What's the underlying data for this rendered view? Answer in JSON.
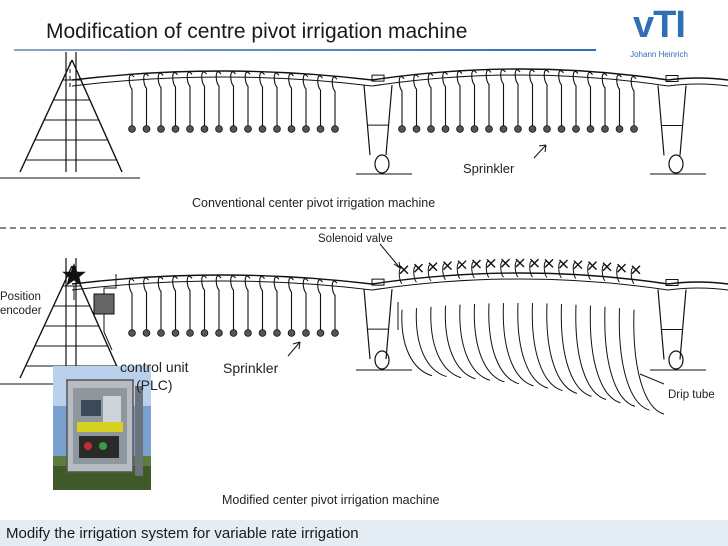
{
  "title": "Modification of centre pivot irrigation machine",
  "logo": {
    "main": "vTI",
    "sub": "Johann Heinrich"
  },
  "colors": {
    "accent_blue": "#2f6fb6",
    "footer_band": "#e4ecf4",
    "line": "#111111"
  },
  "top_diagram": {
    "caption": "Conventional center pivot irrigation machine",
    "sprinkler_label": "Sprinkler"
  },
  "bottom_diagram": {
    "caption": "Modified center pivot irrigation machine",
    "solenoid_label": "Solenoid valve",
    "position_encoder_label": "Position\nencoder",
    "control_unit_label": "control unit\n(PLC)",
    "sprinkler_label": "Sprinkler",
    "drip_tube_label": "Drip tube"
  },
  "footer": "Modify the irrigation system for variable rate irrigation"
}
